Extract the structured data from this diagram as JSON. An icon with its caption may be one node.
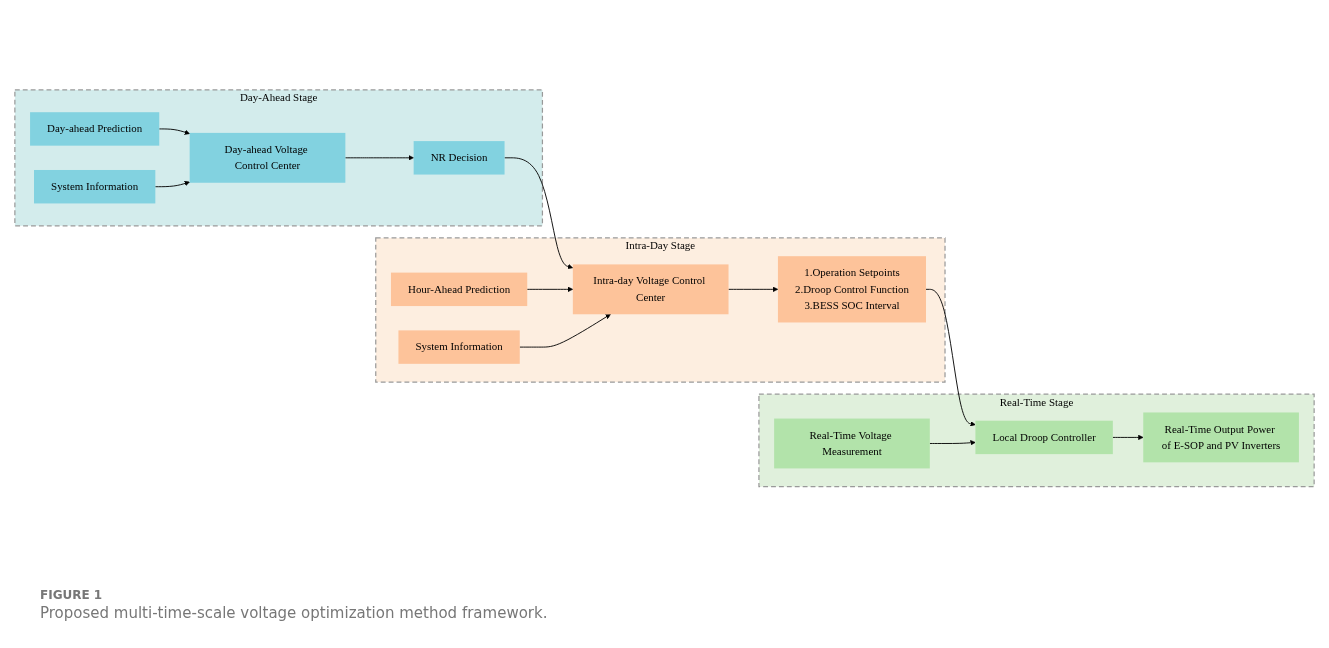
{
  "diagram": {
    "caption": "Proposed multi-time-scale voltage optimization method framework.",
    "nodes": [
      {
        "text": [
          "Day-Ahead Stage"
        ]
      },
      {
        "text": [
          "Day-ahead Prediction"
        ],
        "in": 0
      },
      {
        "text": [
          "System Information"
        ],
        "in": 0
      },
      {
        "text": [
          "Day-ahead Voltage Control Center"
        ],
        "in": 0
      },
      {
        "text": [
          "NR Decision"
        ],
        "in": 0
      },
      {
        "text": [
          "Intra-Day Stage"
        ]
      },
      {
        "text": [
          "Hour-Ahead Prediction"
        ],
        "in": 5
      },
      {
        "text": [
          "System Information"
        ],
        "in": 5
      },
      {
        "text": [
          "Intra-day Voltage Control Center"
        ],
        "in": 5
      },
      {
        "text": [
          "1.Operation Setpoints",
          "2.Droop Control Function",
          "3.BESS SOC Interval"
        ],
        "in": 5
      },
      {
        "text": [
          "Real-Time Stage"
        ]
      },
      {
        "text": [
          "Real-Time Voltage Measurement"
        ],
        "in": 10
      },
      {
        "text": [
          "Local Droop Controller"
        ],
        "in": 10
      },
      {
        "text": [
          "Real-Time Output Power of E-SOP and PV Inverters"
        ],
        "in": 10
      }
    ],
    "edges": [
      {
        "from": 1,
        "to": 3,
        "arrow": "to"
      },
      {
        "from": 2,
        "to": 3,
        "arrow": "to"
      },
      {
        "from": 3,
        "to": 4,
        "arrow": "to"
      },
      {
        "from": 4,
        "to": 8,
        "arrow": "to"
      },
      {
        "from": 6,
        "to": 8,
        "arrow": "to"
      },
      {
        "from": 7,
        "to": 8,
        "arrow": "to"
      },
      {
        "from": 8,
        "to": 9,
        "arrow": "to"
      },
      {
        "from": 9,
        "to": 12,
        "arrow": "to"
      },
      {
        "from": 11,
        "to": 12,
        "arrow": "to"
      },
      {
        "from": 12,
        "to": 13,
        "arrow": "to"
      }
    ],
    "labels": [
      "FIGURE 1"
    ]
  }
}
